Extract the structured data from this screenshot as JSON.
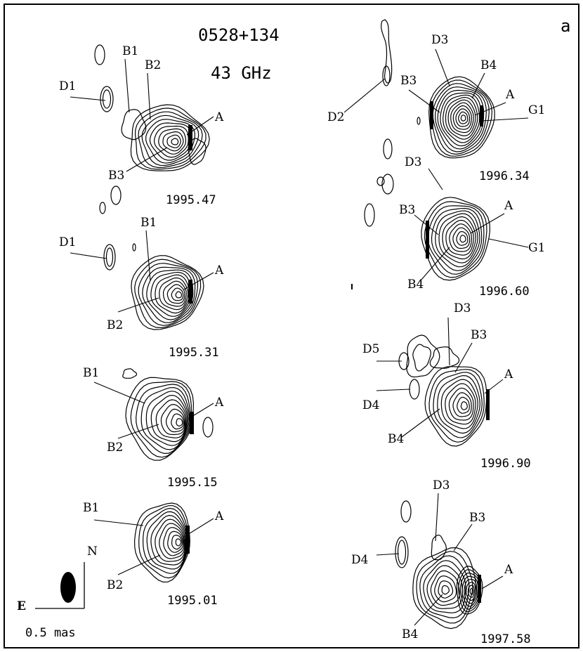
{
  "figure": {
    "source": "0528+134",
    "frequency": "43 GHz",
    "panel_letter": "a",
    "scale_bar": "0.5 mas",
    "compass": {
      "north": "N",
      "east": "E"
    }
  },
  "epochs": [
    {
      "epoch": "1995.47",
      "labels": [
        "D1",
        "B1",
        "B2",
        "A",
        "B3"
      ]
    },
    {
      "epoch": "1995.31",
      "labels": [
        "D1",
        "B1",
        "A",
        "B2"
      ]
    },
    {
      "epoch": "1995.15",
      "labels": [
        "B1",
        "A",
        "B2"
      ]
    },
    {
      "epoch": "1995.01",
      "labels": [
        "B1",
        "A",
        "B2"
      ]
    },
    {
      "epoch": "1996.34",
      "labels": [
        "D3",
        "B4",
        "B3",
        "A",
        "G1",
        "D2"
      ]
    },
    {
      "epoch": "1996.60",
      "labels": [
        "D3",
        "B3",
        "A",
        "G1",
        "B4"
      ]
    },
    {
      "epoch": "1996.90",
      "labels": [
        "D3",
        "B3",
        "D5",
        "A",
        "D4",
        "B4"
      ]
    },
    {
      "epoch": "1997.58",
      "labels": [
        "D3",
        "B3",
        "D4",
        "A",
        "B4"
      ]
    }
  ]
}
